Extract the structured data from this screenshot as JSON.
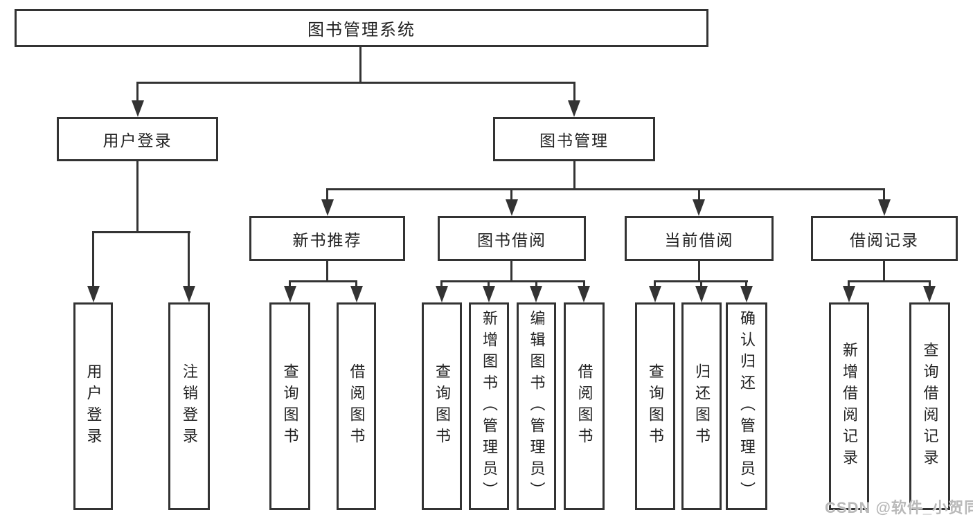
{
  "diagram_title": "图书管理系统",
  "colors": {
    "background": "#ffffff",
    "line": "#333333",
    "text": "#222222",
    "watermark": "#b9b9b9"
  },
  "watermark": {
    "text": "CSDN @软件_小贺同学"
  },
  "tree": {
    "label": "图书管理系统",
    "children": [
      {
        "label": "用户登录",
        "children": [
          {
            "label": "用户登录"
          },
          {
            "label": "注销登录"
          }
        ]
      },
      {
        "label": "图书管理",
        "children": [
          {
            "label": "新书推荐",
            "children": [
              {
                "label": "查询图书"
              },
              {
                "label": "借阅图书"
              }
            ]
          },
          {
            "label": "图书借阅",
            "children": [
              {
                "label": "查询图书"
              },
              {
                "label": "新增图书（管理员）"
              },
              {
                "label": "编辑图书（管理员）"
              },
              {
                "label": "借阅图书"
              }
            ]
          },
          {
            "label": "当前借阅",
            "children": [
              {
                "label": "查询图书"
              },
              {
                "label": "归还图书"
              },
              {
                "label": "确认归还（管理员）"
              }
            ]
          },
          {
            "label": "借阅记录",
            "children": [
              {
                "label": "新增借阅记录"
              },
              {
                "label": "查询借阅记录"
              }
            ]
          }
        ]
      }
    ]
  }
}
